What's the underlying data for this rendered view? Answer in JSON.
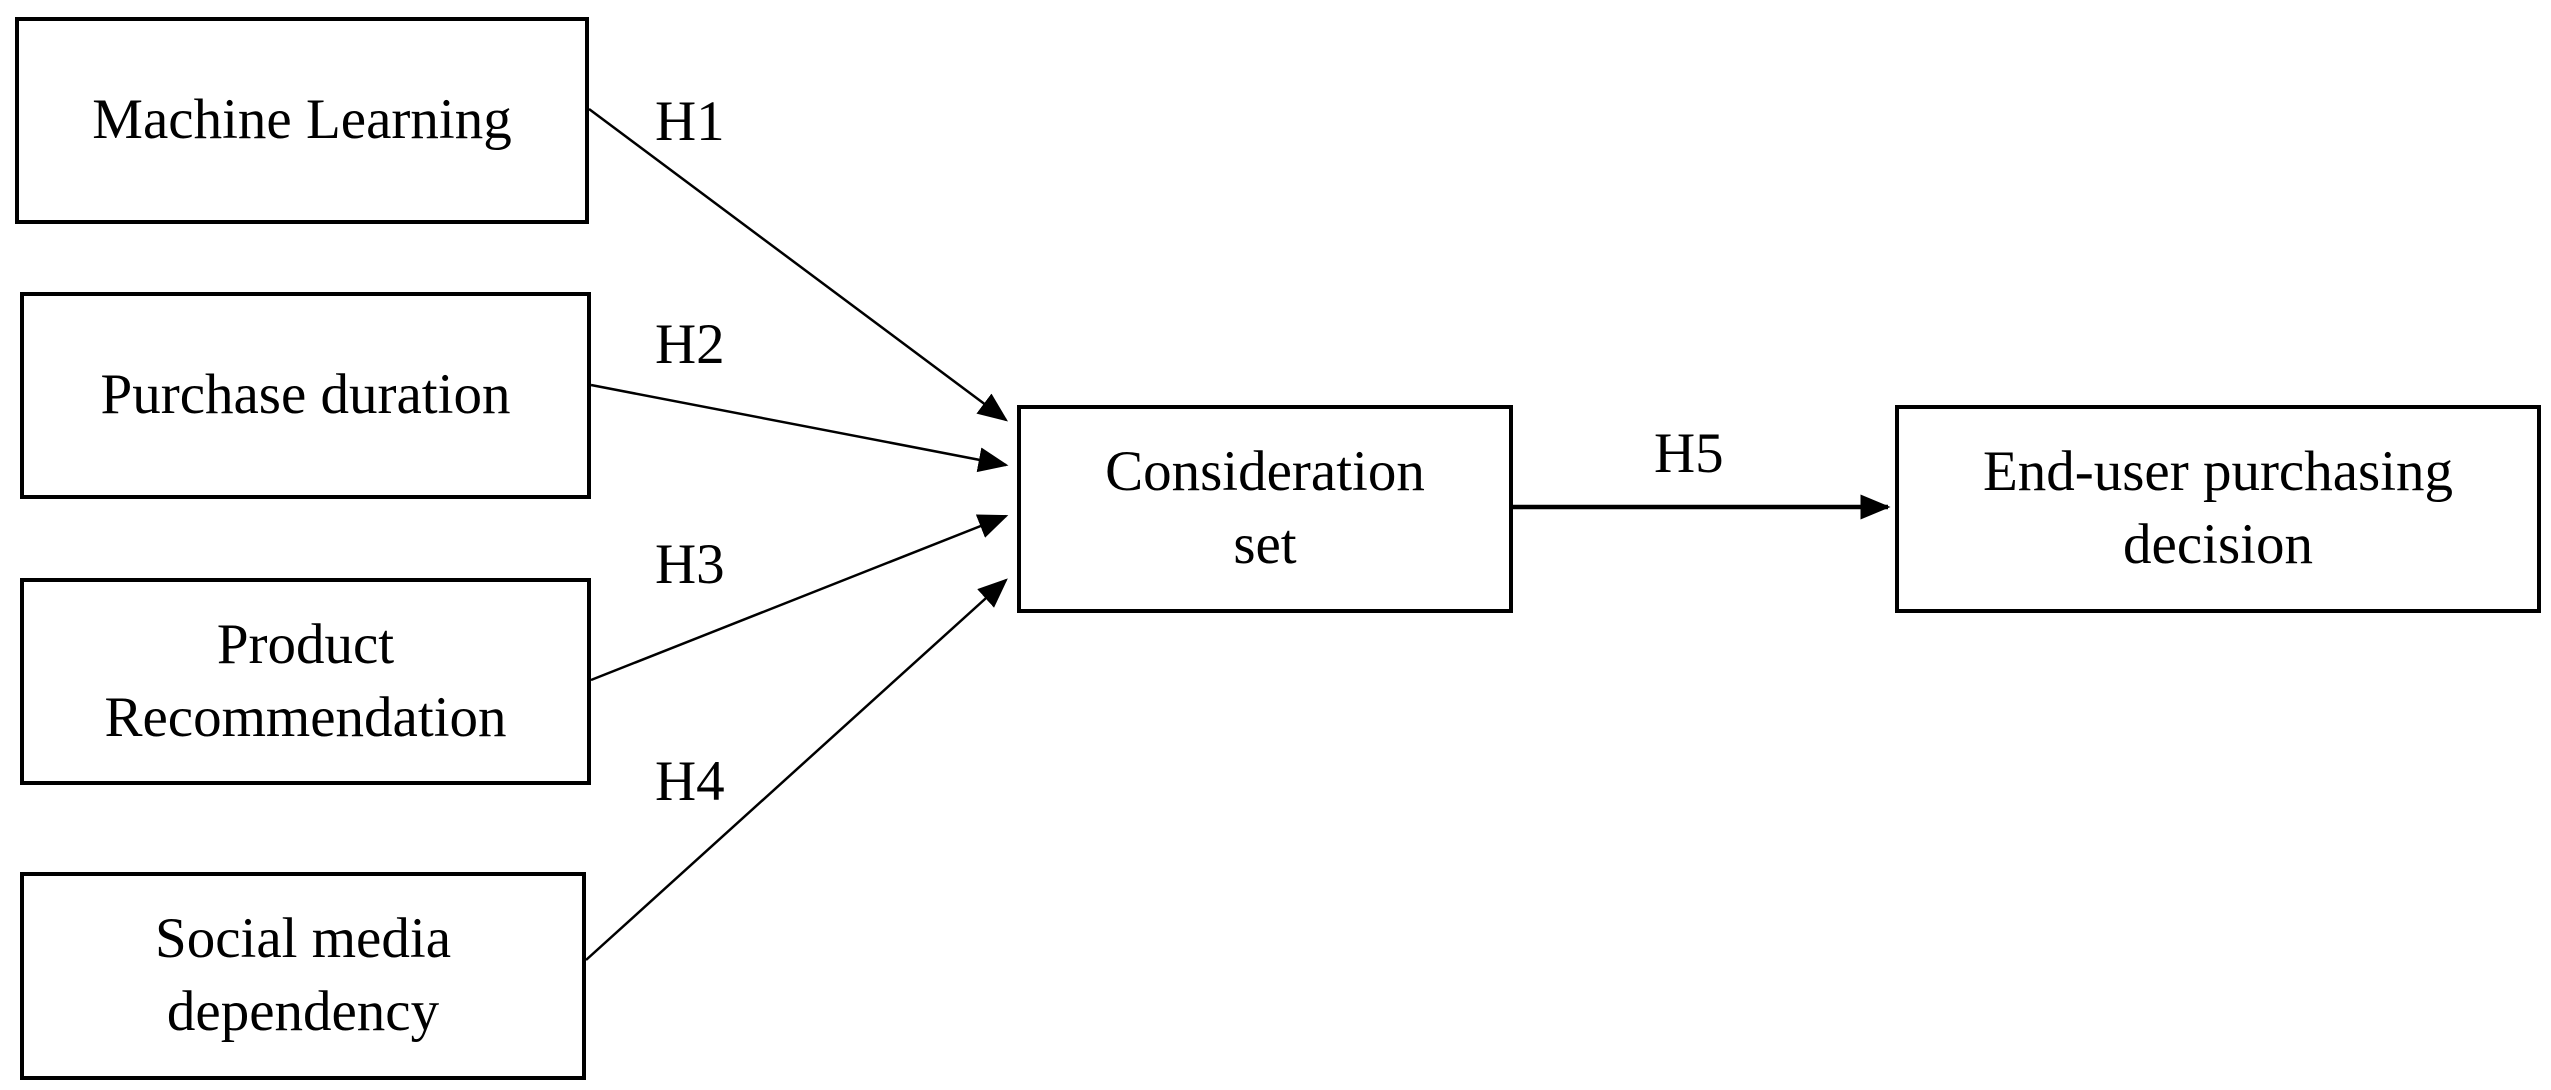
{
  "diagram": {
    "nodes": {
      "machine_learning": "Machine Learning",
      "purchase_duration": "Purchase duration",
      "product_recommendation": "Product\nRecommendation",
      "social_media_dependency": "Social media\ndependency",
      "consideration_set": "Consideration\nset",
      "end_user_purchasing_decision": "End-user purchasing\ndecision"
    },
    "edges": [
      {
        "from": "machine_learning",
        "to": "consideration_set",
        "label": "H1"
      },
      {
        "from": "purchase_duration",
        "to": "consideration_set",
        "label": "H2"
      },
      {
        "from": "product_recommendation",
        "to": "consideration_set",
        "label": "H3"
      },
      {
        "from": "social_media_dependency",
        "to": "consideration_set",
        "label": "H4"
      },
      {
        "from": "consideration_set",
        "to": "end_user_purchasing_decision",
        "label": "H5"
      }
    ]
  }
}
